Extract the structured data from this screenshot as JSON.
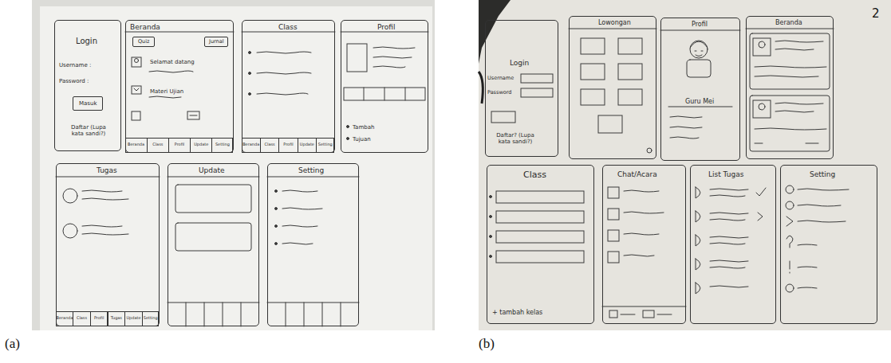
{
  "diagram": {
    "nodes": [
      {
        "text": [
          "Login",
          "Username :",
          "Password :",
          "Daftar (Lupa kata sandi?)"
        ]
      },
      {
        "text": [
          "Masuk"
        ],
        "in": 0
      },
      {
        "text": [
          "Beranda",
          "Selamat datang",
          "Materi Ujian"
        ]
      },
      {
        "text": [
          "Quiz"
        ],
        "in": 2
      },
      {
        "text": [
          "Jurnal"
        ],
        "in": 2
      },
      {
        "text": [
          "Beranda"
        ],
        "in": 2
      },
      {
        "text": [
          "Class"
        ],
        "in": 2
      },
      {
        "text": [
          "Profil"
        ],
        "in": 2
      },
      {
        "text": [
          "Update"
        ],
        "in": 2
      },
      {
        "text": [
          "Setting"
        ],
        "in": 2
      },
      {
        "text": [
          "Class"
        ]
      },
      {
        "text": [
          "Beranda"
        ],
        "in": 10
      },
      {
        "text": [
          "Class"
        ],
        "in": 10
      },
      {
        "text": [
          "Profil"
        ],
        "in": 10
      },
      {
        "text": [
          "Update"
        ],
        "in": 10
      },
      {
        "text": [
          "Setting"
        ],
        "in": 10
      },
      {
        "text": [
          "Profil",
          "Tambah",
          "Tujuan"
        ]
      },
      {
        "text": [
          "Tugas"
        ]
      },
      {
        "text": [
          "Beranda"
        ],
        "in": 17
      },
      {
        "text": [
          "Class"
        ],
        "in": 17
      },
      {
        "text": [
          "Profil"
        ],
        "in": 17
      },
      {
        "text": [
          "Tugas"
        ],
        "in": 17
      },
      {
        "text": [
          "Update"
        ],
        "in": 17
      },
      {
        "text": [
          "Setting"
        ],
        "in": 17
      },
      {
        "text": [
          "Update"
        ]
      },
      {
        "text": [
          "Setting"
        ]
      },
      {
        "text": [
          "Login",
          "Username",
          "Password",
          "Daftar? (Lupa kata sandi?)"
        ]
      },
      {
        "text": [
          "Lowongan"
        ]
      },
      {
        "text": [
          "Profil",
          "Guru Mei"
        ]
      },
      {
        "text": [
          "Beranda"
        ]
      },
      {
        "text": [
          "Class",
          "+ tambah kelas"
        ]
      },
      {
        "text": [
          "Chat/Acara"
        ]
      },
      {
        "text": [
          "List Tugas"
        ]
      },
      {
        "text": [
          "Setting"
        ]
      }
    ],
    "labels": [
      "(a)",
      "(b)",
      "2"
    ]
  }
}
